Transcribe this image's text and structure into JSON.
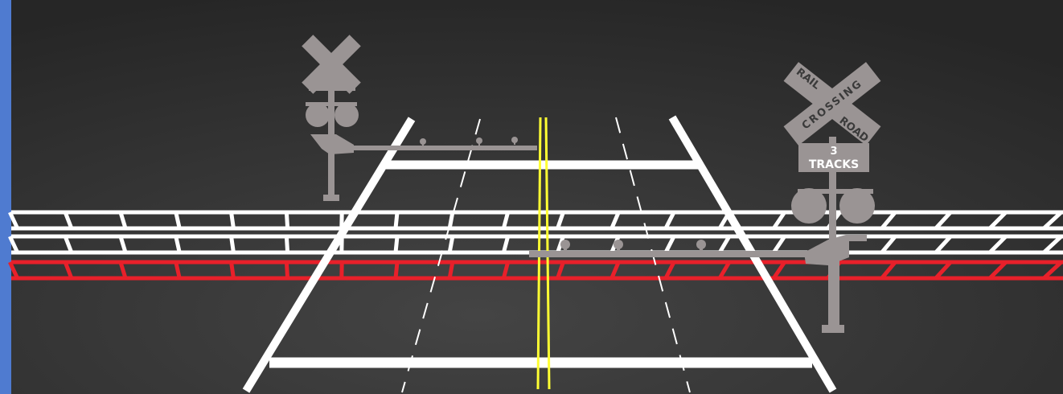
{
  "scene": {
    "colors": {
      "background_center": "#444444",
      "background_edge": "#262626",
      "left_bar": "#4f7bd0",
      "track_white": "#ffffff",
      "track_highlight": "#e8202a",
      "road_lines": "#ffffff",
      "center_line": "#ffff33",
      "signal_gray": "#9a9494"
    },
    "tracks": {
      "count": 3,
      "highlighted_track_index": 2
    },
    "near_crossing_sign": {
      "word_1": "RAIL",
      "word_2": "ROAD",
      "word_3": "CROSSING",
      "track_count_number": "3",
      "track_count_word": "TRACKS"
    },
    "far_crossing_sign": {
      "type": "plain-crossbuck"
    }
  }
}
